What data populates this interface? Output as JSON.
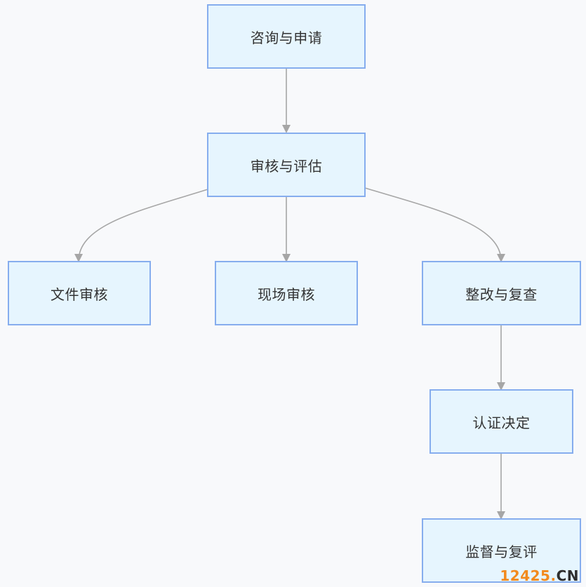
{
  "nodes": {
    "consult": "咨询与申请",
    "review": "审核与评估",
    "document_audit": "文件审核",
    "onsite_audit": "现场审核",
    "rectify": "整改与复查",
    "decision": "认证决定",
    "supervision": "监督与复评"
  },
  "edges": [
    [
      "consult",
      "review"
    ],
    [
      "review",
      "document_audit"
    ],
    [
      "review",
      "onsite_audit"
    ],
    [
      "review",
      "rectify"
    ],
    [
      "rectify",
      "decision"
    ],
    [
      "decision",
      "supervision"
    ]
  ],
  "watermark": {
    "number": "12425",
    "dot": ".",
    "tld": "CN"
  },
  "colors": {
    "node_fill": "#e6f5fe",
    "node_border": "#86adee",
    "edge": "#a6a6a6",
    "background": "#f8f9fb"
  }
}
